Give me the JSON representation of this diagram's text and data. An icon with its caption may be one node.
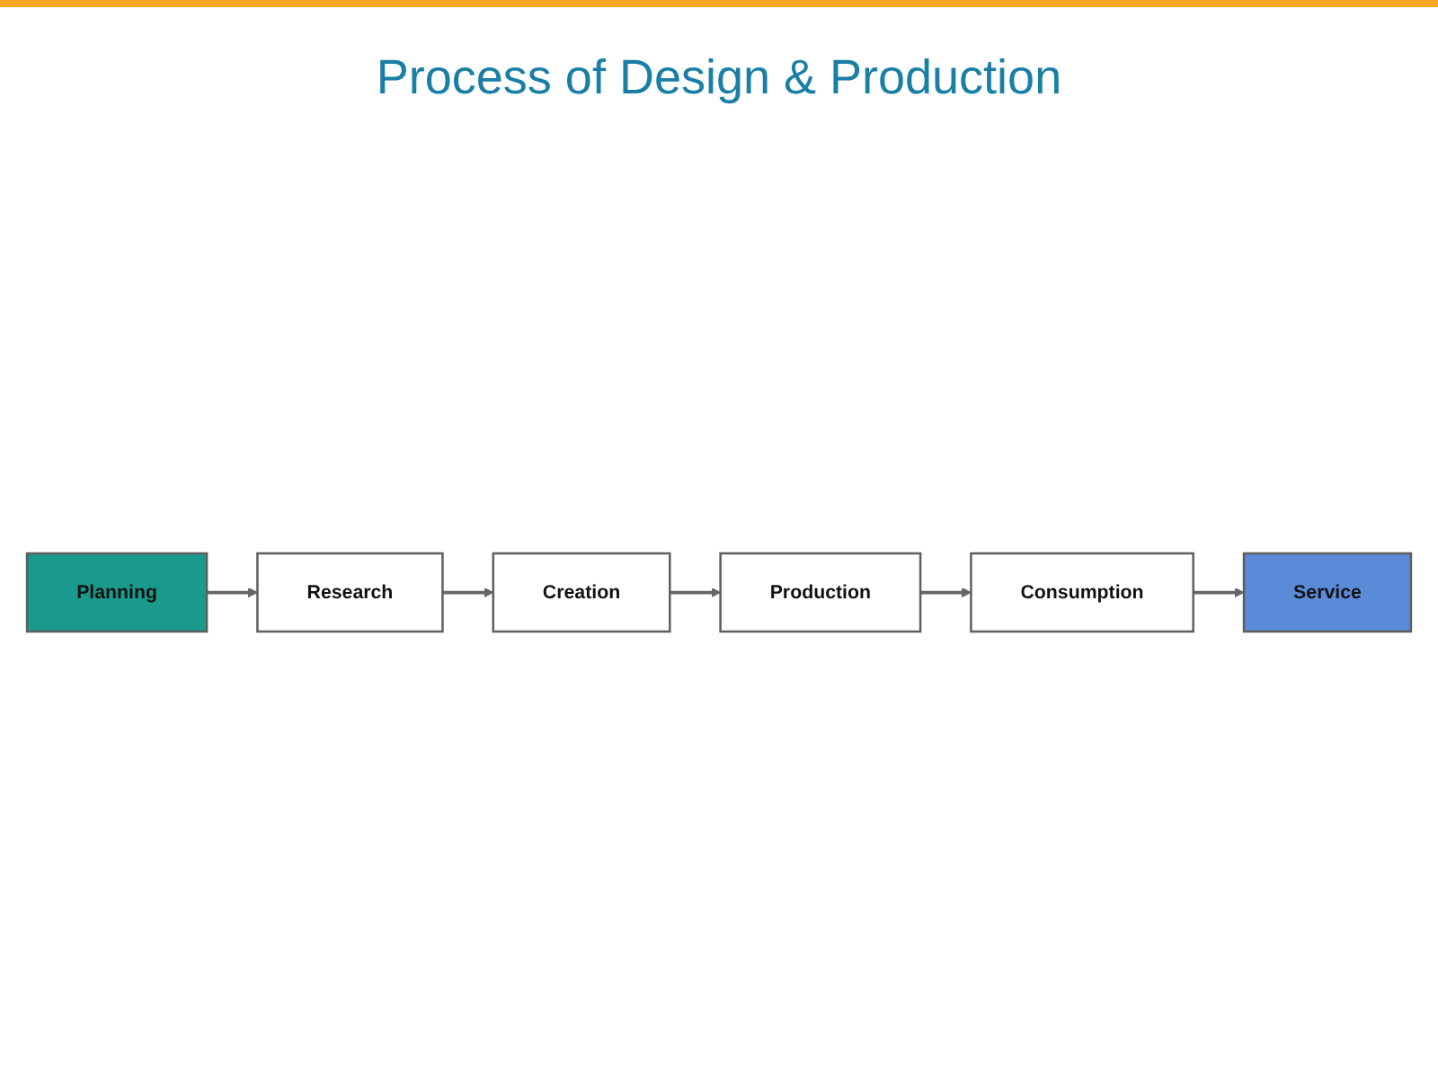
{
  "diagram": {
    "title": "Process of Design & Production",
    "nodes": [
      {
        "text": [
          "Planning"
        ]
      },
      {
        "text": [
          "Research"
        ]
      },
      {
        "text": [
          "Creation"
        ]
      },
      {
        "text": [
          "Production"
        ]
      },
      {
        "text": [
          "Consumption"
        ]
      },
      {
        "text": [
          "Service"
        ]
      }
    ],
    "edges": [
      {
        "from": 0,
        "to": 1,
        "arrow": "to"
      },
      {
        "from": 1,
        "to": 2,
        "arrow": "to"
      },
      {
        "from": 2,
        "to": 3,
        "arrow": "to"
      },
      {
        "from": 3,
        "to": 4,
        "arrow": "to"
      },
      {
        "from": 4,
        "to": 5,
        "arrow": "to"
      }
    ]
  }
}
